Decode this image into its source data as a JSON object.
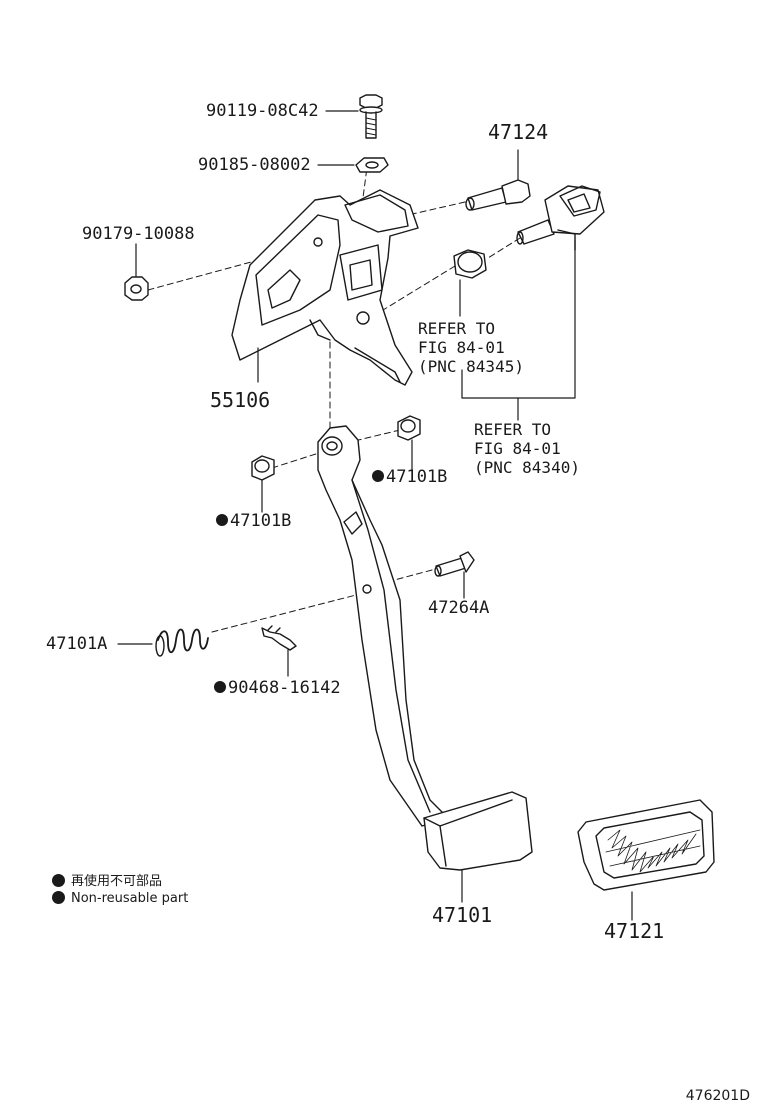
{
  "figure_id": "476201D",
  "parts": {
    "bolt": "90119-08C42",
    "nut_plate": "90185-08002",
    "nut": "90179-10088",
    "bracket": "55106",
    "bracket_pin": "47124",
    "bush_right": "47101B",
    "bush_left": "47101B",
    "clevis_pin": "47264A",
    "spring": "47101A",
    "clip": "90468-16142",
    "pedal_arm": "47101",
    "pedal_pad": "47121"
  },
  "refer_notes": {
    "note1": [
      "REFER TO",
      "FIG 84-01",
      "(PNC 84345)"
    ],
    "note2": [
      "REFER TO",
      "FIG 84-01",
      "(PNC 84340)"
    ]
  },
  "legend": {
    "line1": "再使用不可部品",
    "line2": "Non-reusable part"
  },
  "colors": {
    "ink": "#1a1a1a",
    "background": "#ffffff"
  }
}
